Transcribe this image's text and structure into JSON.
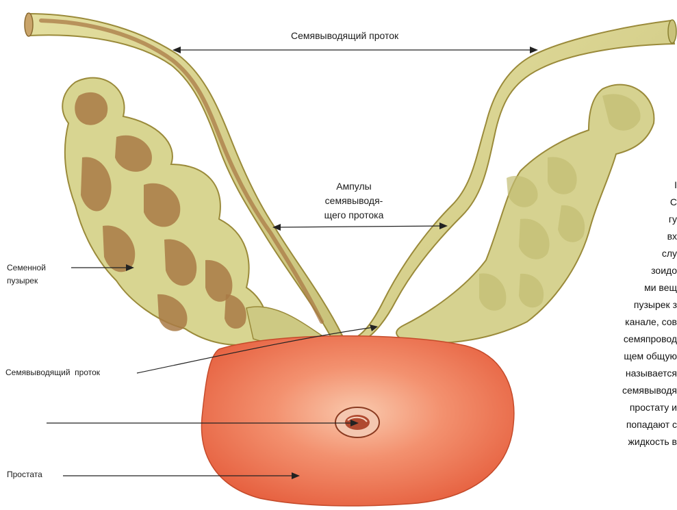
{
  "labels": {
    "vas_deferens_top": "Семявыводящий проток",
    "ampullae_line1": "Ампулы",
    "ampullae_line2": "семявыводя-",
    "ampullae_line3": "щего протока",
    "seminal_vesicle_line1": "Семенной",
    "seminal_vesicle_line2": "пузырек",
    "vas_deferens_left": "Семявыводящий  проток",
    "prostate": "Простата"
  },
  "side_text": [
    "I",
    "С",
    "гу",
    "вх",
    "слу",
    "зоидо",
    "ми вещ",
    "пузырек з",
    "канале, сов",
    "семяпровод",
    "щем общую",
    "называется",
    "семявыводя",
    "простату и",
    "попадают с",
    "жидкость в"
  ],
  "colors": {
    "duct_fill": "#d9d48f",
    "duct_outline": "#9a8a3a",
    "vesicle_fill": "#d8d591",
    "vesicle_inner": "#a97a45",
    "prostate_fill": "#ef7a5a",
    "prostate_highlight": "#f7c4a8"
  }
}
